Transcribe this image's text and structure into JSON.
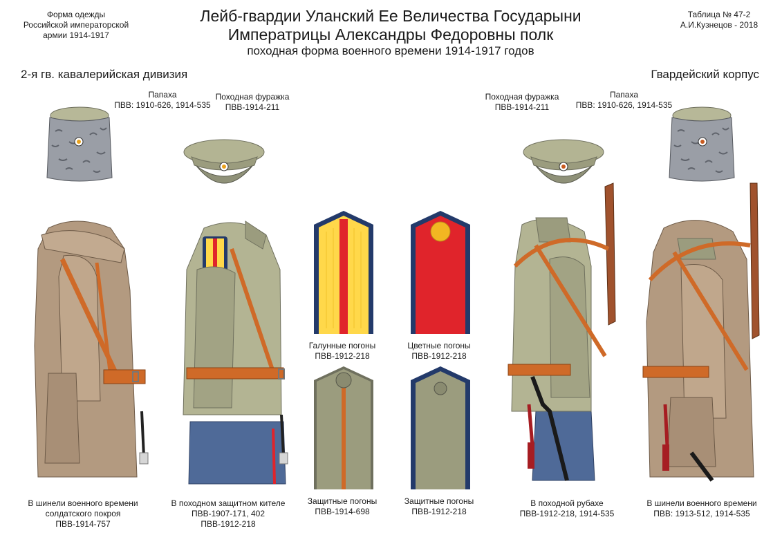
{
  "header": {
    "left_lines": [
      "Форма одежды",
      "Российской императорской",
      "армии  1914-1917"
    ],
    "title_line1": "Лейб-гвардии Уланский Ее Величества Государыни",
    "title_line2": "Императрицы Александры Федоровны полк",
    "subtitle": "походная форма военного времени 1914-1917 годов",
    "table_no": "Таблица № 47-2",
    "author": "А.И.Кузнецов - 2018"
  },
  "division_left": "2-я гв. кавалерийская дивизия",
  "division_right": "Гвардейский корпус",
  "headgear": [
    {
      "id": "papakha-left",
      "name": "Папаха",
      "ref": "ПВВ: 1910-626, 1914-535"
    },
    {
      "id": "cap-left",
      "name": "Походная фуражка",
      "ref": "ПВВ-1914-211"
    },
    {
      "id": "cap-right",
      "name": "Походная фуражка",
      "ref": "ПВВ-1914-211"
    },
    {
      "id": "papakha-right",
      "name": "Папаха",
      "ref": "ПВВ: 1910-626, 1914-535"
    }
  ],
  "shoulder_boards": [
    {
      "id": "braided",
      "name": "Галунные погоны",
      "ref": "ПВВ-1912-218"
    },
    {
      "id": "colored",
      "name": "Цветные погоны",
      "ref": "ПВВ-1912-218"
    },
    {
      "id": "khaki-1",
      "name": "Защитные погоны",
      "ref": "ПВВ-1914-698"
    },
    {
      "id": "khaki-2",
      "name": "Защитные  погоны",
      "ref": "ПВВ-1912-218"
    }
  ],
  "figures": [
    {
      "id": "greatcoat-left",
      "lines": [
        "В шинели военного времени",
        "солдатского покроя",
        "ПВВ-1914-757"
      ]
    },
    {
      "id": "kitel",
      "lines": [
        "В походном защитном кителе",
        "ПВВ-1907-171, 402",
        "ПВВ-1912-218"
      ]
    },
    {
      "id": "rubakha",
      "lines": [
        "В походной рубахе",
        "ПВВ-1912-218, 1914-535"
      ]
    },
    {
      "id": "greatcoat-right",
      "lines": [
        "В шинели военного времени",
        "ПВВ: 1913-512, 1914-535"
      ]
    }
  ],
  "colors": {
    "greatcoat": "#b39a80",
    "greatcoat_dark": "#9a8168",
    "khaki": "#b3b493",
    "khaki_dark": "#9b9c7e",
    "trousers": "#4f6a98",
    "leather": "#cf6a28",
    "board_yellow": "#ffd84a",
    "board_red": "#e0242b",
    "board_blue": "#233a6a",
    "fur": "#9a9ea6"
  }
}
